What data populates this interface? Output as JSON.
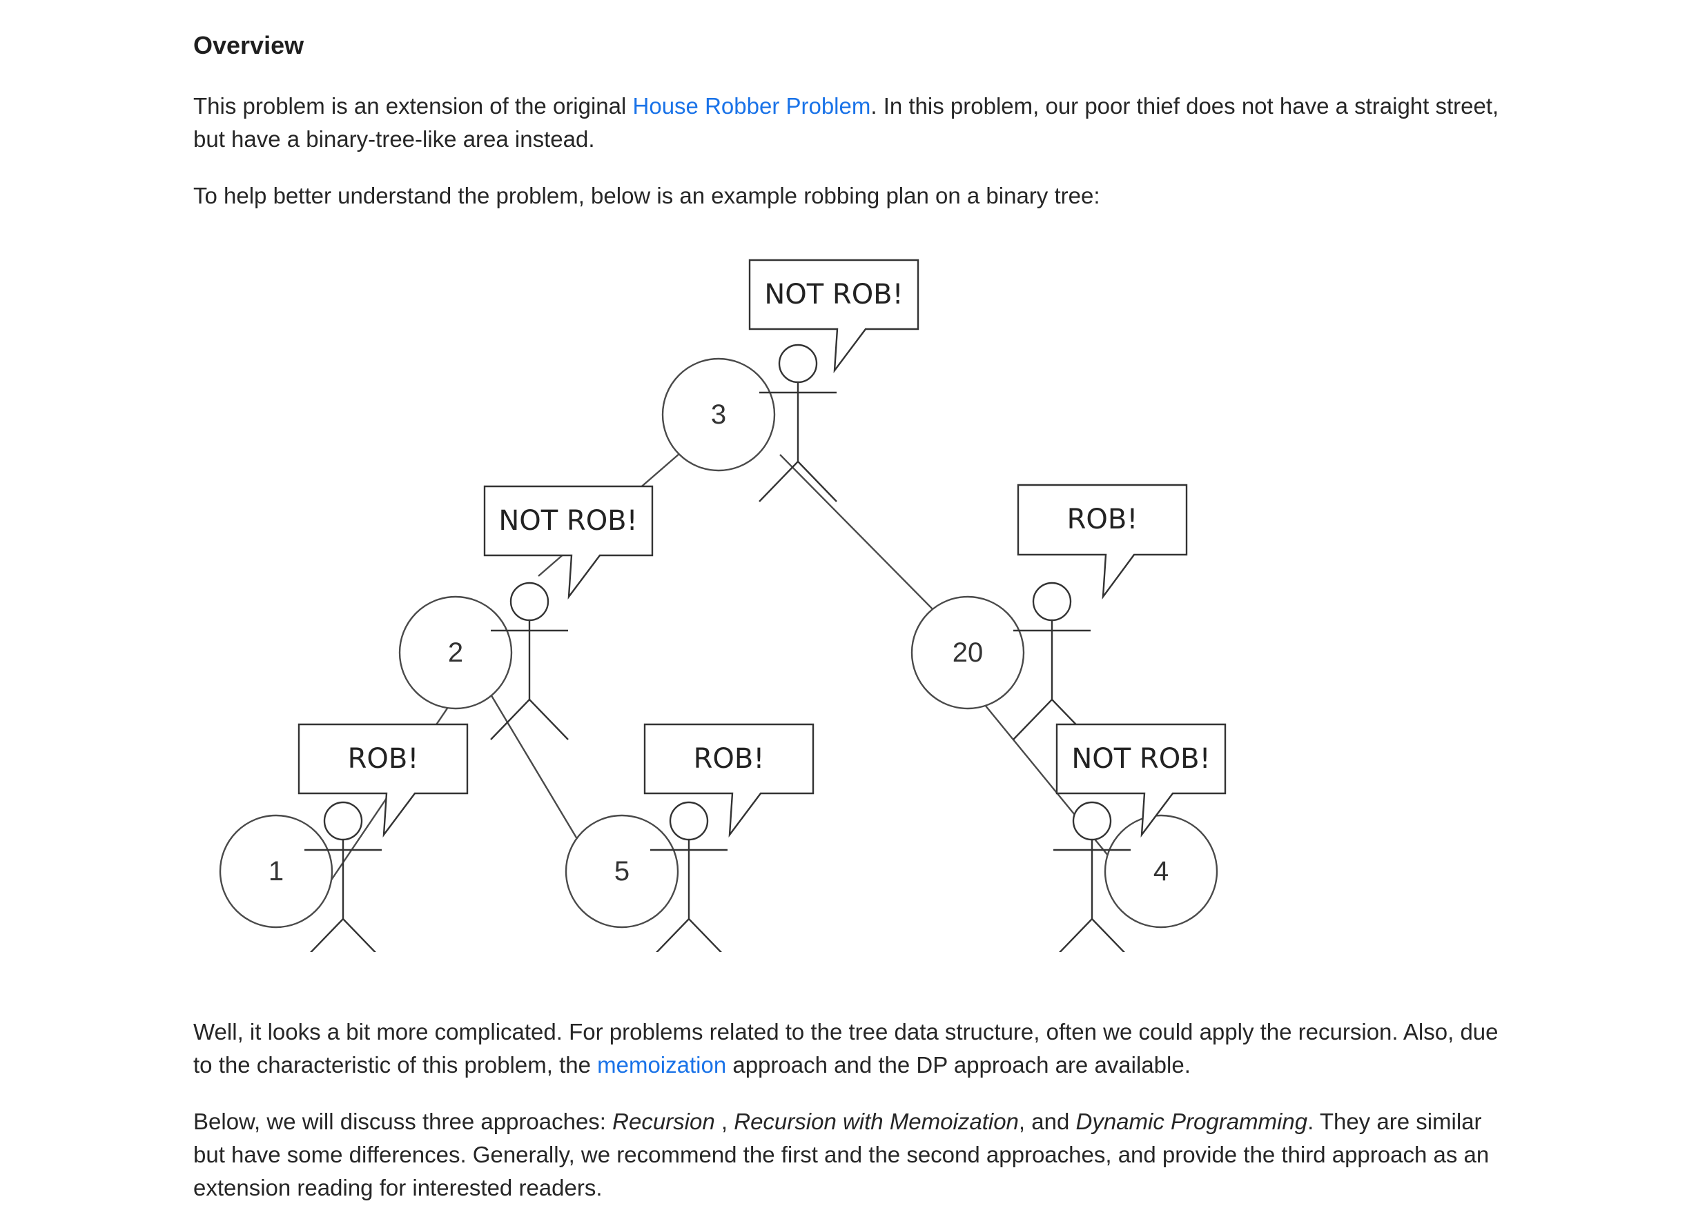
{
  "article": {
    "title": "Overview",
    "p1": {
      "before": "This problem is an extension of the original ",
      "link": "House Robber Problem",
      "after": ". In this problem, our poor thief does not have a straight street, but have a binary-tree-like area instead."
    },
    "p2": "To help better understand the problem, below is an example robbing plan on a binary tree:",
    "p3": {
      "before": "Well, it looks a bit more complicated. For problems related to the tree data structure, often we could apply the recursion. Also, due to the characteristic of this problem, the ",
      "link": "memoization",
      "after": " approach and the DP approach are available."
    },
    "p4": {
      "before": "Below, we will discuss three approaches: ",
      "em1": "Recursion",
      "mid1": " , ",
      "em2": "Recursion with Memoization",
      "mid2": ", and ",
      "em3": "Dynamic Programming",
      "after": ". They are similar but have some differences. Generally, we recommend the first and the second approaches, and provide the third approach as an extension reading for interested readers."
    }
  },
  "figure": {
    "nodes": [
      {
        "id": "root",
        "value": "3",
        "decision": "NOT ROB!"
      },
      {
        "id": "left",
        "value": "2",
        "decision": "NOT ROB!"
      },
      {
        "id": "right",
        "value": "20",
        "decision": "ROB!"
      },
      {
        "id": "left-left",
        "value": "1",
        "decision": "ROB!"
      },
      {
        "id": "left-right",
        "value": "5",
        "decision": "ROB!"
      },
      {
        "id": "right-right",
        "value": "4",
        "decision": "NOT ROB!"
      }
    ],
    "edges": [
      [
        "root",
        "left"
      ],
      [
        "root",
        "right"
      ],
      [
        "left",
        "left-left"
      ],
      [
        "left",
        "left-right"
      ],
      [
        "right",
        "right-right"
      ]
    ]
  },
  "colors": {
    "link": "#1a73e8",
    "text": "#262626",
    "stroke": "#4a4a4a"
  }
}
